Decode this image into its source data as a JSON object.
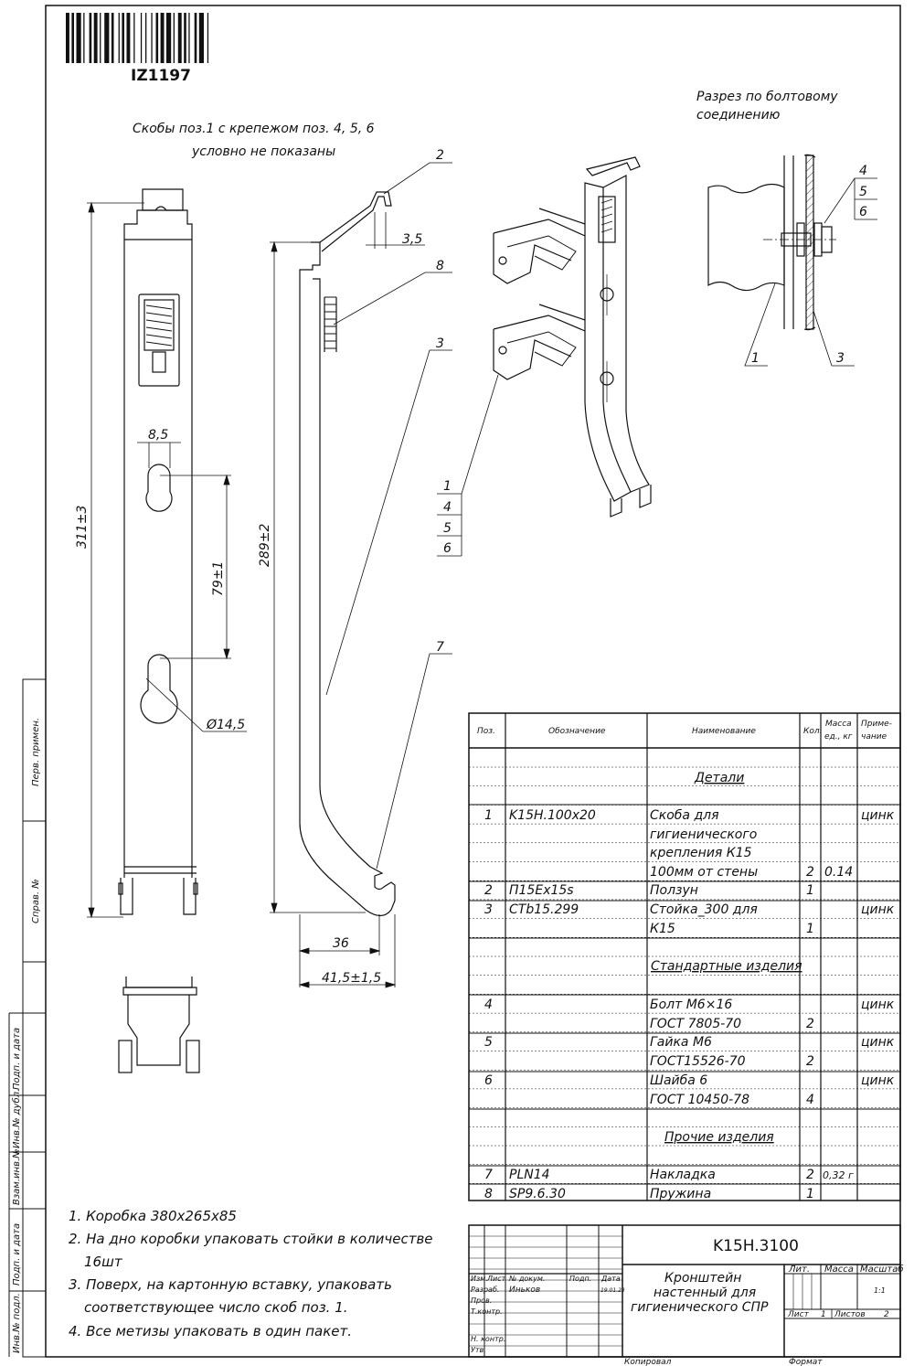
{
  "barcode": {
    "code": "IZ1197"
  },
  "captions": {
    "hidden_note_line1": "Скобы поз.1 с крепежом поз. 4, 5, 6",
    "hidden_note_line2": "условно не показаны",
    "section_line1": "Разрез по болтовому",
    "section_line2": "соединению"
  },
  "dimensions": {
    "overall_height": "311±3",
    "slot_width": "8,5",
    "slot_spacing": "79±1",
    "hole_diameter": "Ø14,5",
    "rail_height": "289±2",
    "hook_offset": "3,5",
    "foot_depth": "36",
    "foot_total": "41,5±1,5"
  },
  "callouts": {
    "c2": "2",
    "c8": "8",
    "c3": "3",
    "c7": "7",
    "iso_stack": [
      "1",
      "4",
      "5",
      "6"
    ],
    "sec_stack": [
      "4",
      "5",
      "6"
    ],
    "sec_c1": "1",
    "sec_c3": "3"
  },
  "side_strip": {
    "perv_primen": "Перв. примен.",
    "sprav": "Справ. №",
    "podp_data1": "Подп. и дата",
    "inv_dubl": "Инв.№ дубл.",
    "vzam_inv": "Взам.инв.№",
    "podp_data2": "Подп. и дата",
    "inv_podl": "Инв.№ подл."
  },
  "spec_table": {
    "headers": {
      "pos": "Поз.",
      "designation": "Обозначение",
      "name": "Наименование",
      "qty": "Кол.",
      "mass_line1": "Масса",
      "mass_line2": "ед., кг",
      "note_line1": "Приме-",
      "note_line2": "чание"
    },
    "section_details": "Детали",
    "section_standard": "Стандартные изделия",
    "section_other": "Прочие изделия",
    "rows": {
      "r1": {
        "pos": "1",
        "designation": "K15H.100x20",
        "name": [
          "Скоба для",
          "гигиенического",
          "крепления К15",
          "100мм от стены"
        ],
        "qty": "2",
        "mass": "0.14",
        "note": "цинк"
      },
      "r2": {
        "pos": "2",
        "designation": "П15Ex15s",
        "name": [
          "Ползун"
        ],
        "qty": "1",
        "mass": "",
        "note": ""
      },
      "r3": {
        "pos": "3",
        "designation": "CTb15.299",
        "name": [
          "Стойка_300 для",
          "К15"
        ],
        "qty": "1",
        "mass": "",
        "note": "цинк"
      },
      "r4": {
        "pos": "4",
        "designation": "",
        "name": [
          "Болт М6×16",
          "ГОСТ 7805-70"
        ],
        "qty": "2",
        "mass": "",
        "note": "цинк"
      },
      "r5": {
        "pos": "5",
        "designation": "",
        "name": [
          "Гайка М6",
          "ГОСТ15526-70"
        ],
        "qty": "2",
        "mass": "",
        "note": "цинк"
      },
      "r6": {
        "pos": "6",
        "designation": "",
        "name": [
          "Шайба 6",
          "ГОСТ 10450-78"
        ],
        "qty": "4",
        "mass": "",
        "note": "цинк"
      },
      "r7": {
        "pos": "7",
        "designation": "PLN14",
        "name": [
          "Накладка"
        ],
        "qty": "2",
        "mass": "0,32 г",
        "note": ""
      },
      "r8": {
        "pos": "8",
        "designation": "SP9.6.30",
        "name": [
          "Пружина"
        ],
        "qty": "1",
        "mass": "",
        "note": ""
      }
    }
  },
  "notes": {
    "n1": "1. Коробка 380х265х85",
    "n2a": "2. На дно коробки упаковать стойки в количестве",
    "n2b": "16шт",
    "n3a": "3. Поверх, на картонную вставку, упаковать",
    "n3b": "соответствующее число скоб поз. 1.",
    "n4": "4. Все метизы упаковать в один пакет."
  },
  "title_block": {
    "doc_code": "K15H.3100",
    "title_line1": "Кронштейн",
    "title_line2": "настенный для",
    "title_line3": "гигиенического СПР",
    "lit": "Лит.",
    "massa": "Масса",
    "masshtab": "Масштаб",
    "scale": "1:1",
    "list_label": "Лист",
    "list_value": "1",
    "listov_label": "Листов",
    "listov_value": "2",
    "izm": "Изм.",
    "list": "Лист",
    "ndokum": "№ докум.",
    "podp": "Подп.",
    "data": "Дата",
    "razrab": "Разраб.",
    "razrab_name": "Иньков",
    "razrab_date": "19.01.23",
    "prov": "Пров.",
    "tkontr": "Т.контр.",
    "nkontr": "Н. контр.",
    "utv": "Утв.",
    "kopiroval": "Копировал",
    "format": "Формат"
  }
}
